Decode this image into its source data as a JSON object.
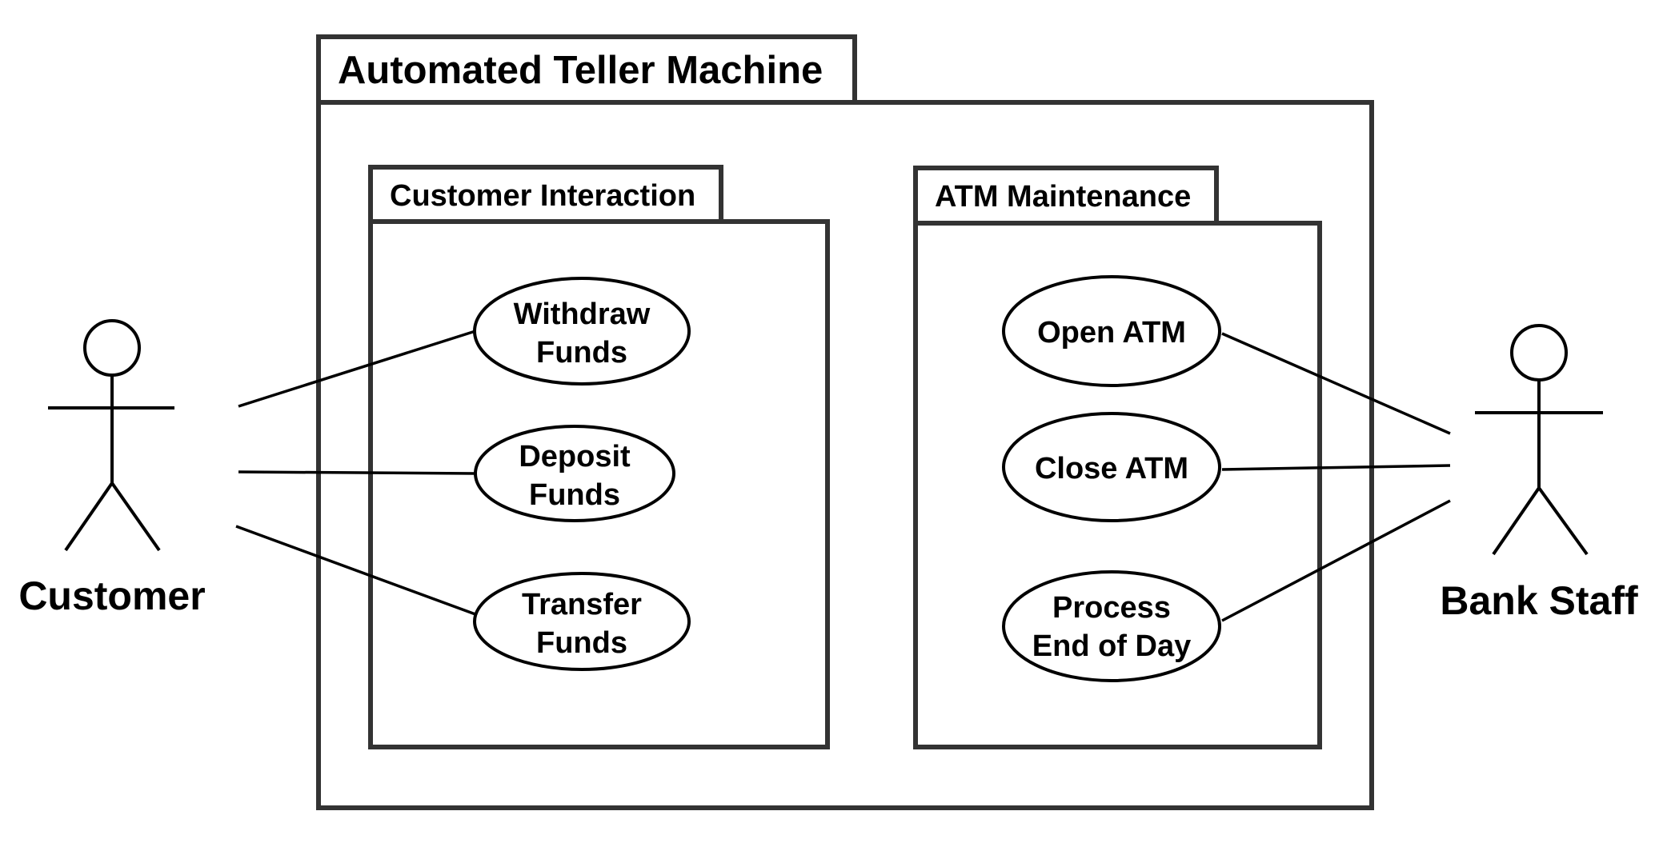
{
  "system": {
    "title": "Automated Teller Machine"
  },
  "packages": {
    "customer_interaction": {
      "title": "Customer Interaction",
      "use_cases": [
        {
          "line1": "Withdraw",
          "line2": "Funds"
        },
        {
          "line1": "Deposit",
          "line2": "Funds"
        },
        {
          "line1": "Transfer",
          "line2": "Funds"
        }
      ]
    },
    "atm_maintenance": {
      "title": "ATM Maintenance",
      "use_cases": [
        {
          "line1": "Open ATM"
        },
        {
          "line1": "Close ATM"
        },
        {
          "line1": "Process",
          "line2": "End of Day"
        }
      ]
    }
  },
  "actors": {
    "customer": "Customer",
    "bank_staff": "Bank Staff"
  }
}
